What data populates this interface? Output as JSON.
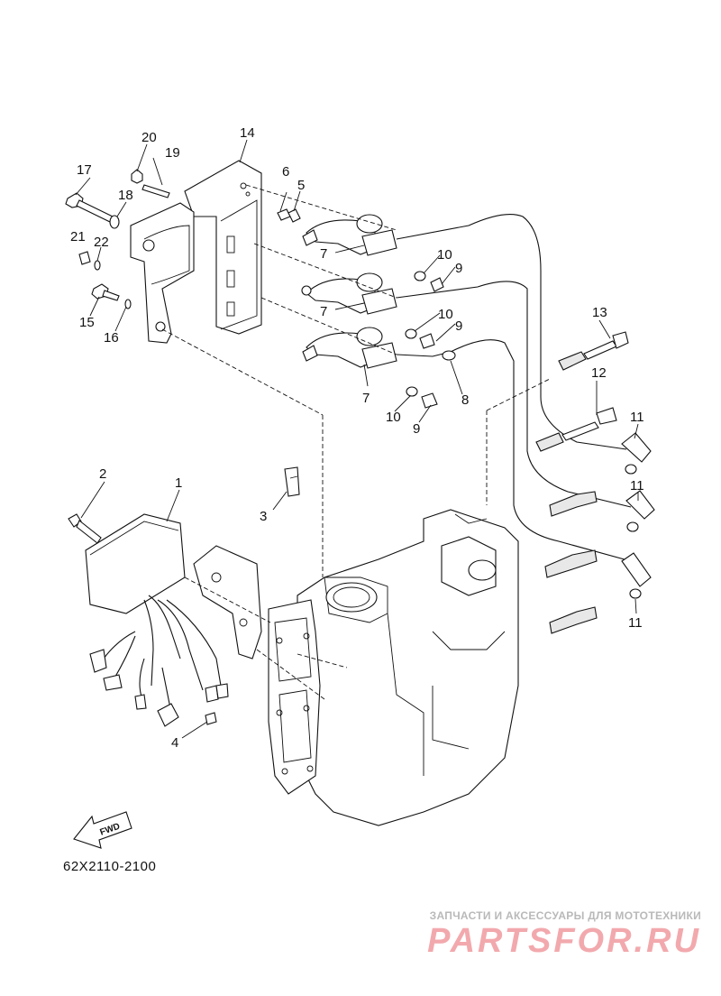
{
  "diagram": {
    "part_labels": {
      "p1": "1",
      "p2": "2",
      "p3": "3",
      "p4": "4",
      "p5": "5",
      "p6": "6",
      "p7a": "7",
      "p7b": "7",
      "p7c": "7",
      "p8": "8",
      "p9a": "9",
      "p9b": "9",
      "p9c": "9",
      "p10a": "10",
      "p10b": "10",
      "p10c": "10",
      "p11a": "11",
      "p11b": "11",
      "p11c": "11",
      "p12": "12",
      "p13": "13",
      "p14": "14",
      "p15": "15",
      "p16": "16",
      "p17": "17",
      "p18": "18",
      "p19": "19",
      "p20": "20",
      "p21": "21",
      "p22": "22"
    },
    "direction_arrow": "FWD",
    "diagram_code": "62X2110-2100"
  },
  "watermark": {
    "tagline": "ЗАПЧАСТИ И АКСЕССУАРЫ ДЛЯ МОТОТЕХНИКИ",
    "logo": "PARTSFOR.RU",
    "color": "#f2a9ad"
  }
}
